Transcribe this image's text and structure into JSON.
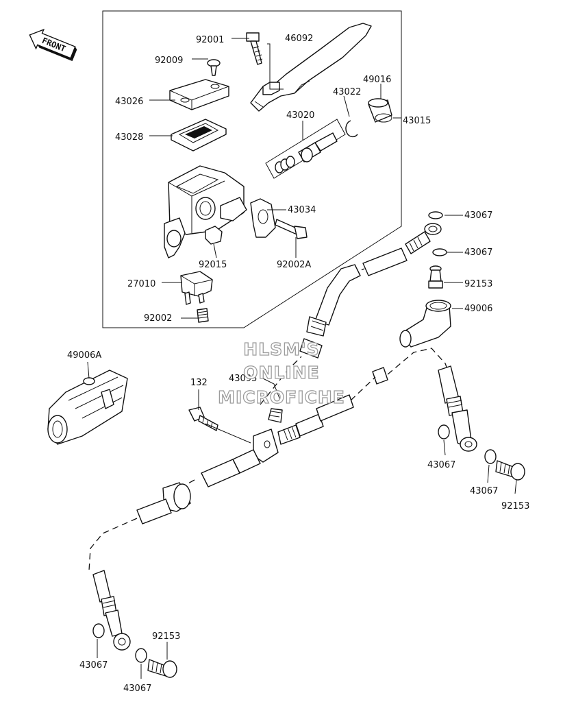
{
  "orientation": {
    "front_label": "FRONT"
  },
  "watermark": {
    "lines": [
      "HLSM'S",
      "ONLINE",
      "MICROFICHE"
    ]
  },
  "parts": {
    "p92001": "92001",
    "p46092": "46092",
    "p92009": "92009",
    "p43026": "43026",
    "p49016": "49016",
    "p43022": "43022",
    "p43015": "43015",
    "p43020": "43020",
    "p43028": "43028",
    "p43034": "43034",
    "p92015": "92015",
    "p92002A": "92002A",
    "p27010": "27010",
    "p92002": "92002",
    "p43067_a": "43067",
    "p43067_b": "43067",
    "p92153_a": "92153",
    "p49006": "49006",
    "p49006A": "49006A",
    "p43095": "43095",
    "p132": "132",
    "p43067_c": "43067",
    "p43067_d": "43067",
    "p92153_b": "92153",
    "p92153_c": "92153",
    "p43067_e": "43067",
    "p43067_f": "43067"
  }
}
